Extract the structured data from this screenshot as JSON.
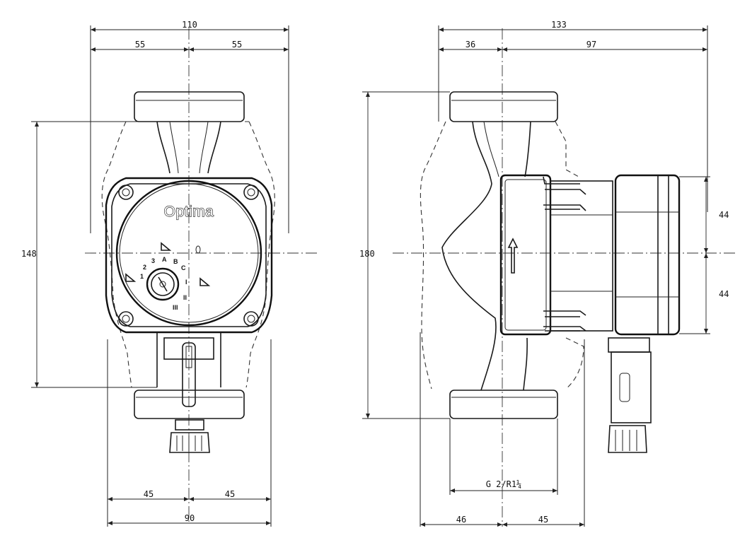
{
  "front_view": {
    "brand": "Optima",
    "dimensions": {
      "overall_width": "110",
      "left_half": "55",
      "right_half": "55",
      "height": "148",
      "bottom_left": "45",
      "bottom_right": "45",
      "bottom_width": "90"
    },
    "knob_marks": [
      "1",
      "2",
      "3",
      "A",
      "B",
      "C",
      "I",
      "II",
      "III"
    ]
  },
  "side_view": {
    "dimensions": {
      "overall_width": "133",
      "left_part": "36",
      "right_part": "97",
      "height": "180",
      "upper_half": "44",
      "lower_half": "44",
      "thread": "G 2/R1¼",
      "bottom_left": "46",
      "bottom_right": "45"
    }
  }
}
